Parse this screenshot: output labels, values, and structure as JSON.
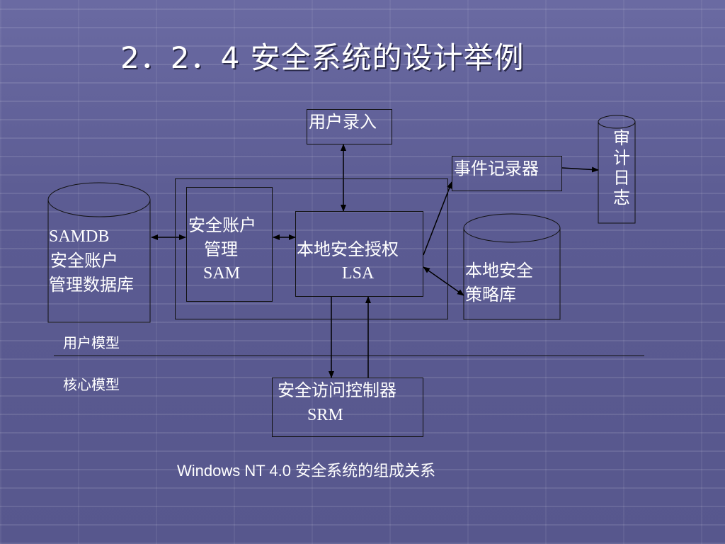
{
  "title": "2．2．4 安全系统的设计举例",
  "nodes": {
    "user_input": "用户录入",
    "event_logger": "事件记录器",
    "audit_log": [
      "审",
      "计",
      "日",
      "志"
    ],
    "samdb": [
      "SAMDB",
      "安全账户",
      "管理数据库"
    ],
    "sam": [
      "安全账户",
      "管理",
      "SAM"
    ],
    "lsa": [
      "本地安全授权",
      "LSA"
    ],
    "policy_db": [
      "本地安全",
      "策略库"
    ],
    "srm": [
      "安全访问控制器",
      "SRM"
    ]
  },
  "layers": {
    "user_mode": "用户模型",
    "kernel_mode": "核心模型"
  },
  "caption": "Windows NT 4.0 安全系统的组成关系"
}
